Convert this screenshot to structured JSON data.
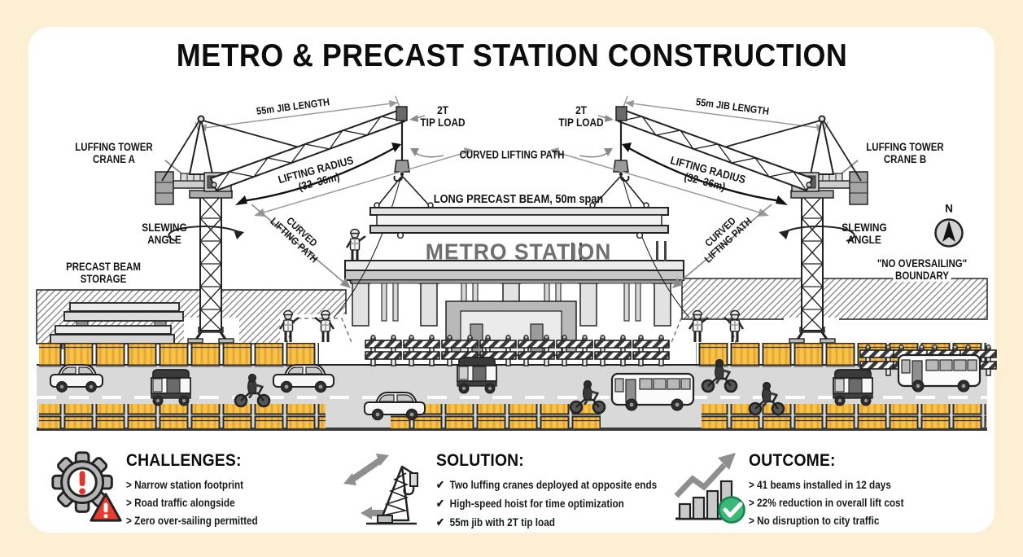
{
  "title": "METRO & PRECAST STATION CONSTRUCTION",
  "diagram": {
    "crane_a": {
      "line1": "LUFFING TOWER",
      "line2": "CRANE A"
    },
    "crane_b": {
      "line1": "LUFFING TOWER",
      "line2": "CRANE B"
    },
    "jib_left": "55m JIB LENGTH",
    "jib_right": "55m JIB LENGTH",
    "tip_left": {
      "line1": "2T",
      "line2": "TIP LOAD"
    },
    "tip_right": {
      "line1": "2T",
      "line2": "TIP LOAD"
    },
    "radius_left": {
      "line1": "LIFTING RADIUS",
      "line2": "(32–36m)"
    },
    "radius_right": {
      "line1": "LIFTING RADIUS",
      "line2": "(32–36m)"
    },
    "curved_center": "CURVED LIFTING PATH",
    "curved_left": {
      "line1": "CURVED",
      "line2": "LIFTING PATH"
    },
    "curved_right": {
      "line1": "CURVED",
      "line2": "LIFTING PATH"
    },
    "slewing_left": {
      "line1": "SLEWING",
      "line2": "ANGLE"
    },
    "slewing_right": {
      "line1": "SLEWING",
      "line2": "ANGLE"
    },
    "beam_label": "LONG PRECAST BEAM, 50m span",
    "station_label": "METRO STATION",
    "storage": {
      "line1": "PRECAST BEAM",
      "line2": "STORAGE"
    },
    "boundary": {
      "line1": "\"NO OVERSAILING\"",
      "line2": "BOUNDARY"
    },
    "compass": "N"
  },
  "colors": {
    "background": "#FCEFD3",
    "barrier_yellow": "#F6C544",
    "barrier_orange": "#E9A23C",
    "alert_red": "#E0352C",
    "success_green": "#3BB878",
    "ink": "#222222",
    "muted_gray": "#8f8f8f"
  },
  "sections": {
    "challenges": {
      "heading": "CHALLENGES:",
      "item1": "> Narrow station footprint",
      "item2": "> Road traffic alongside",
      "item3": "> Zero over-sailing permitted"
    },
    "solution": {
      "heading": "SOLUTION:",
      "check": "✔",
      "item1_pre": "Two ",
      "item1_bold": "luffing cranes",
      "item1_post": " deployed at opposite ends",
      "item2": "High-speed hoist for time optimization",
      "item3": "55m jib with 2T tip load"
    },
    "outcome": {
      "heading": "OUTCOME:",
      "item1": "> 41 beams installed in 12 days",
      "item2": "> 22% reduction in overall lift cost",
      "item3": "> No disruption to city traffic"
    }
  }
}
